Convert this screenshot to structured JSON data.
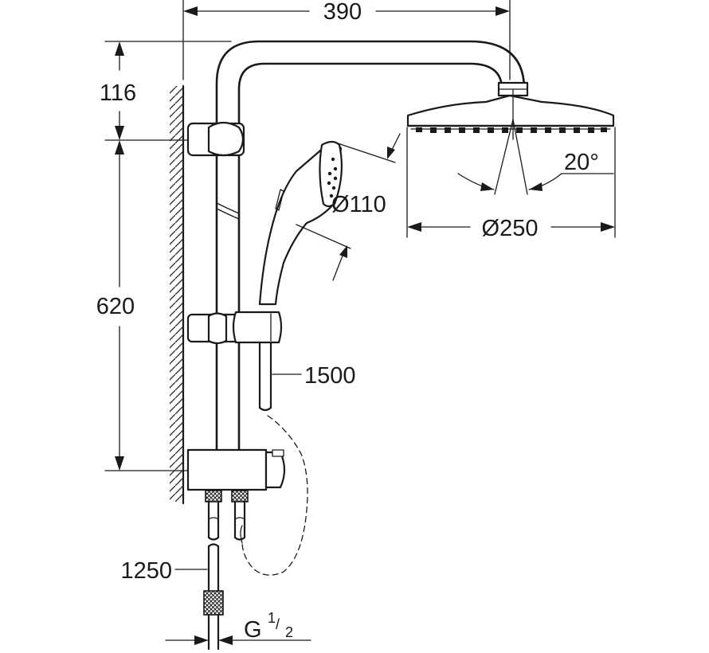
{
  "dimensions": {
    "top_width": "390",
    "arm_height": "116",
    "rail_height": "620",
    "handshower_diameter": "Ø110",
    "head_diameter": "Ø250",
    "tilt_angle": "20°",
    "hose_length": "1500",
    "supply_hose_length": "1250",
    "thread_prefix": "G",
    "thread_numerator": "1",
    "thread_separator": "/",
    "thread_denominator": "2"
  }
}
